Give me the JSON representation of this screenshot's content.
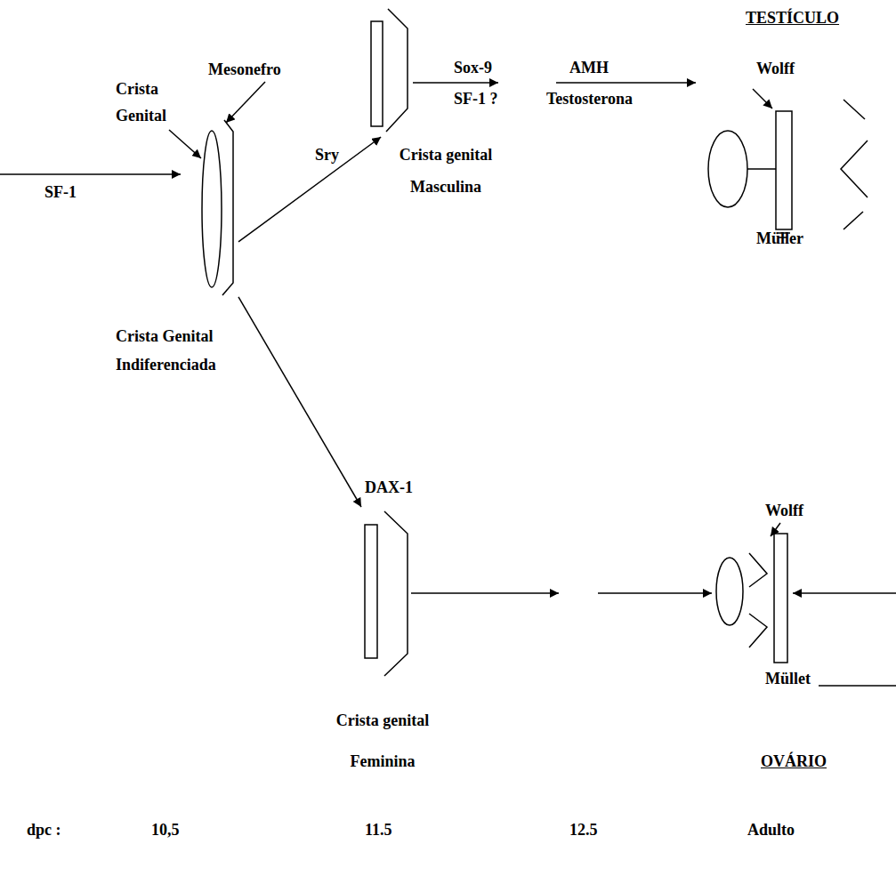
{
  "diagram": {
    "nodes": [
      {
        "text": [
          "Crista Genital Indiferenciada"
        ]
      },
      {
        "text": [
          "Crista genital Masculina"
        ]
      },
      {
        "text": [
          "TESTÍCULO"
        ]
      },
      {
        "text": [
          "Crista genital Feminina"
        ]
      },
      {
        "text": [
          "OVÁRIO"
        ]
      }
    ],
    "edges": [
      {
        "from": 0,
        "to": 1,
        "label": "Sry",
        "arrow": "to"
      },
      {
        "from": 0,
        "to": 3,
        "label": "DAX-1",
        "arrow": "to"
      },
      {
        "from": 1,
        "to": 2,
        "arrow": "to"
      },
      {
        "from": 3,
        "to": 4,
        "arrow": "to"
      }
    ],
    "labels": [
      "Mesonefro",
      "Crista Genital",
      "SF-1",
      "Sox-9",
      "SF-1 ?",
      "AMH",
      "Testosterona",
      "Wolff",
      "Müller",
      "Wolff",
      "Müllet",
      "dpc :",
      "10,5",
      "11.5",
      "12.5",
      "Adulto"
    ]
  }
}
